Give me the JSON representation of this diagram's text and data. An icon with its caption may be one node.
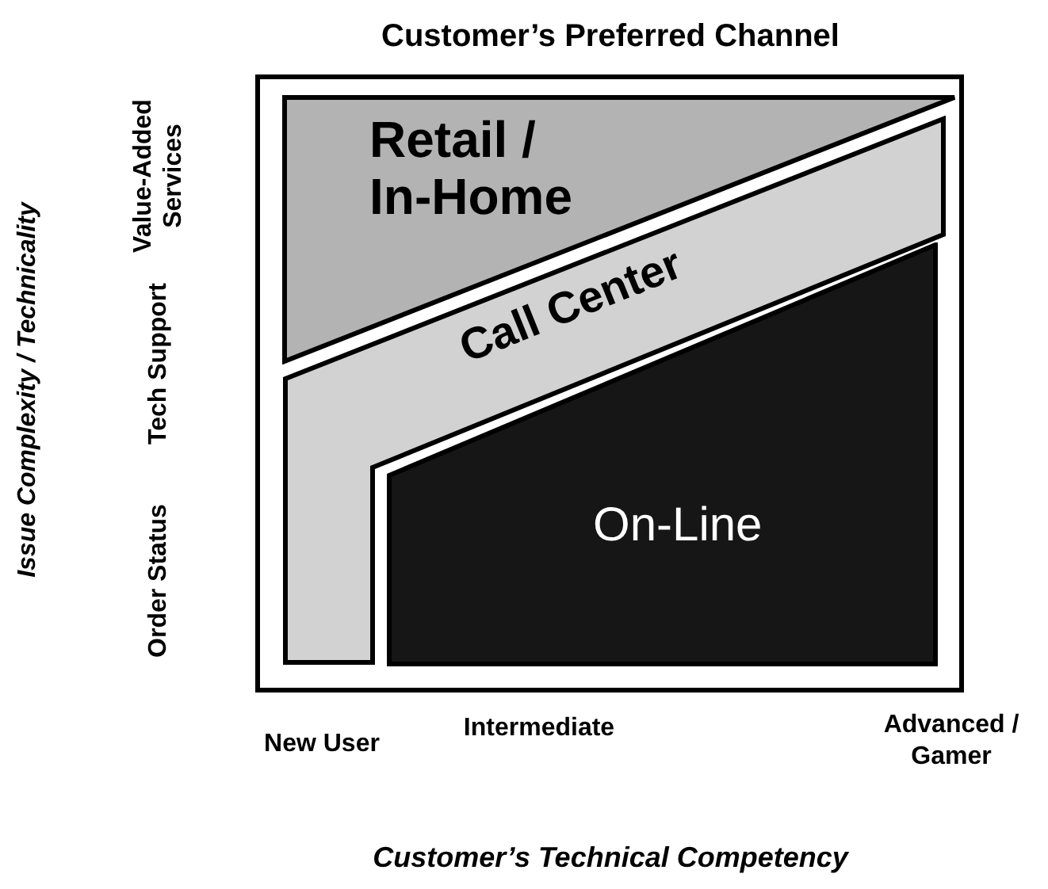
{
  "diagram": {
    "title": "Customer’s Preferred Channel",
    "nodes": [
      {
        "text": [
          "Retail / In-Home"
        ]
      },
      {
        "text": [
          "Call Center"
        ]
      },
      {
        "text": [
          "On-Line"
        ]
      }
    ],
    "labels": [
      "Issue Complexity / Technicality",
      "Value-Added Services",
      "Tech Support",
      "Order Status",
      "New User",
      "Intermediate",
      "Advanced / Gamer",
      "Customer’s Technical Competency"
    ]
  }
}
